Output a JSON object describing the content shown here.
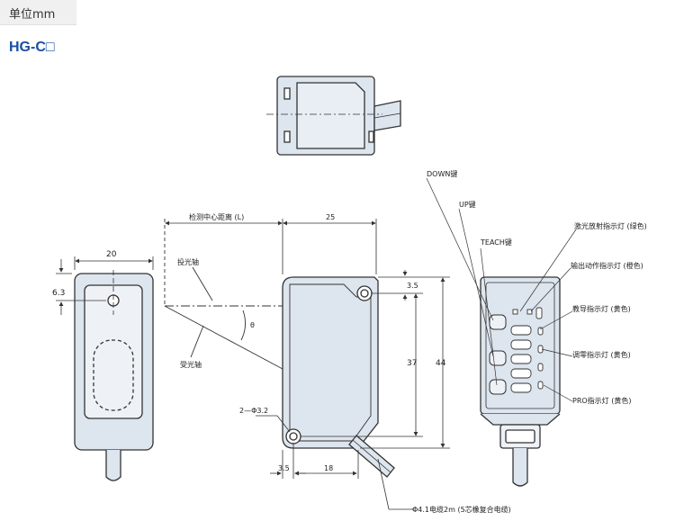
{
  "header": {
    "unit_label": "单位mm",
    "model_title": "HG-C□"
  },
  "dimensions": {
    "front_width": "20",
    "front_hole_offset": "6.3",
    "detect_distance": "检测中心距离 (L)",
    "side_width": "25",
    "hole_top_offset": "3.5",
    "hole_pitch": "37",
    "total_height": "44",
    "hole_diameter": "2—Φ3.2",
    "bottom_offset": "3.5",
    "bottom_pitch": "18",
    "angle_symbol": "θ"
  },
  "labels": {
    "emit_axis": "投光轴",
    "receive_axis": "受光轴",
    "cable": "Φ4.1电缆2m (5芯橡复合电缆)",
    "down_key": "DOWN键",
    "up_key": "UP键",
    "teach_key": "TEACH键",
    "laser_led": "激光放射指示灯 (绿色)",
    "output_led": "输出动作指示灯 (橙色)",
    "teach_led": "教导指示灯 (黄色)",
    "adjust_led": "调零指示灯 (黄色)",
    "pro_led": "PRO指示灯 (黄色)"
  },
  "colors": {
    "body_fill": "#dde5ee",
    "outline": "#333333",
    "title": "#1a4fa3"
  }
}
